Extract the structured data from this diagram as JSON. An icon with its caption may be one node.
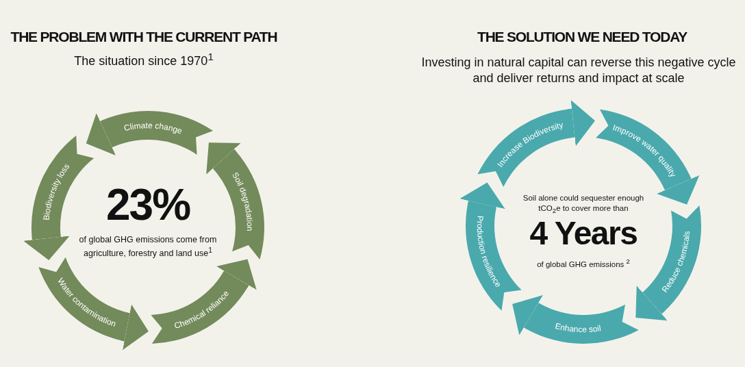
{
  "diagram": {
    "nodes": [
      {
        "text": [
          "Climate change"
        ]
      },
      {
        "text": [
          "Biodiversity loss"
        ]
      },
      {
        "text": [
          "Water contamination"
        ]
      },
      {
        "text": [
          "Chemical reliance"
        ]
      },
      {
        "text": [
          "Soil degradation"
        ]
      },
      {
        "text": [
          "Increase Biodiversity"
        ]
      },
      {
        "text": [
          "Improve water quality"
        ]
      },
      {
        "text": [
          "Reduce chemicals"
        ]
      },
      {
        "text": [
          "Enhance soil"
        ]
      },
      {
        "text": [
          "Production resilience"
        ]
      }
    ],
    "edges": [
      {
        "from": 0,
        "to": 1,
        "arrow": "to"
      },
      {
        "from": 1,
        "to": 2,
        "arrow": "to"
      },
      {
        "from": 2,
        "to": 3,
        "arrow": "to"
      },
      {
        "from": 3,
        "to": 4,
        "arrow": "to"
      },
      {
        "from": 4,
        "to": 0,
        "arrow": "to"
      },
      {
        "from": 5,
        "to": 6,
        "arrow": "to"
      },
      {
        "from": 6,
        "to": 7,
        "arrow": "to"
      },
      {
        "from": 7,
        "to": 8,
        "arrow": "to"
      },
      {
        "from": 8,
        "to": 9,
        "arrow": "to"
      },
      {
        "from": 9,
        "to": 5,
        "arrow": "to"
      }
    ],
    "labels": [
      "THE PROBLEM WITH THE CURRENT PATH",
      "The situation since 1970$^{1}$",
      "23%",
      "of global GHG emissions come from agriculture, forestry and land use$^{1}$",
      "THE SOLUTION WE NEED TODAY",
      "Investing in natural capital can reverse this negative cycle and deliver returns and impact at scale",
      "Soil alone could sequester enough tCO$_{2}$e to cover more than",
      "4 Years",
      "of global GHG emissions $^{2}$"
    ]
  }
}
